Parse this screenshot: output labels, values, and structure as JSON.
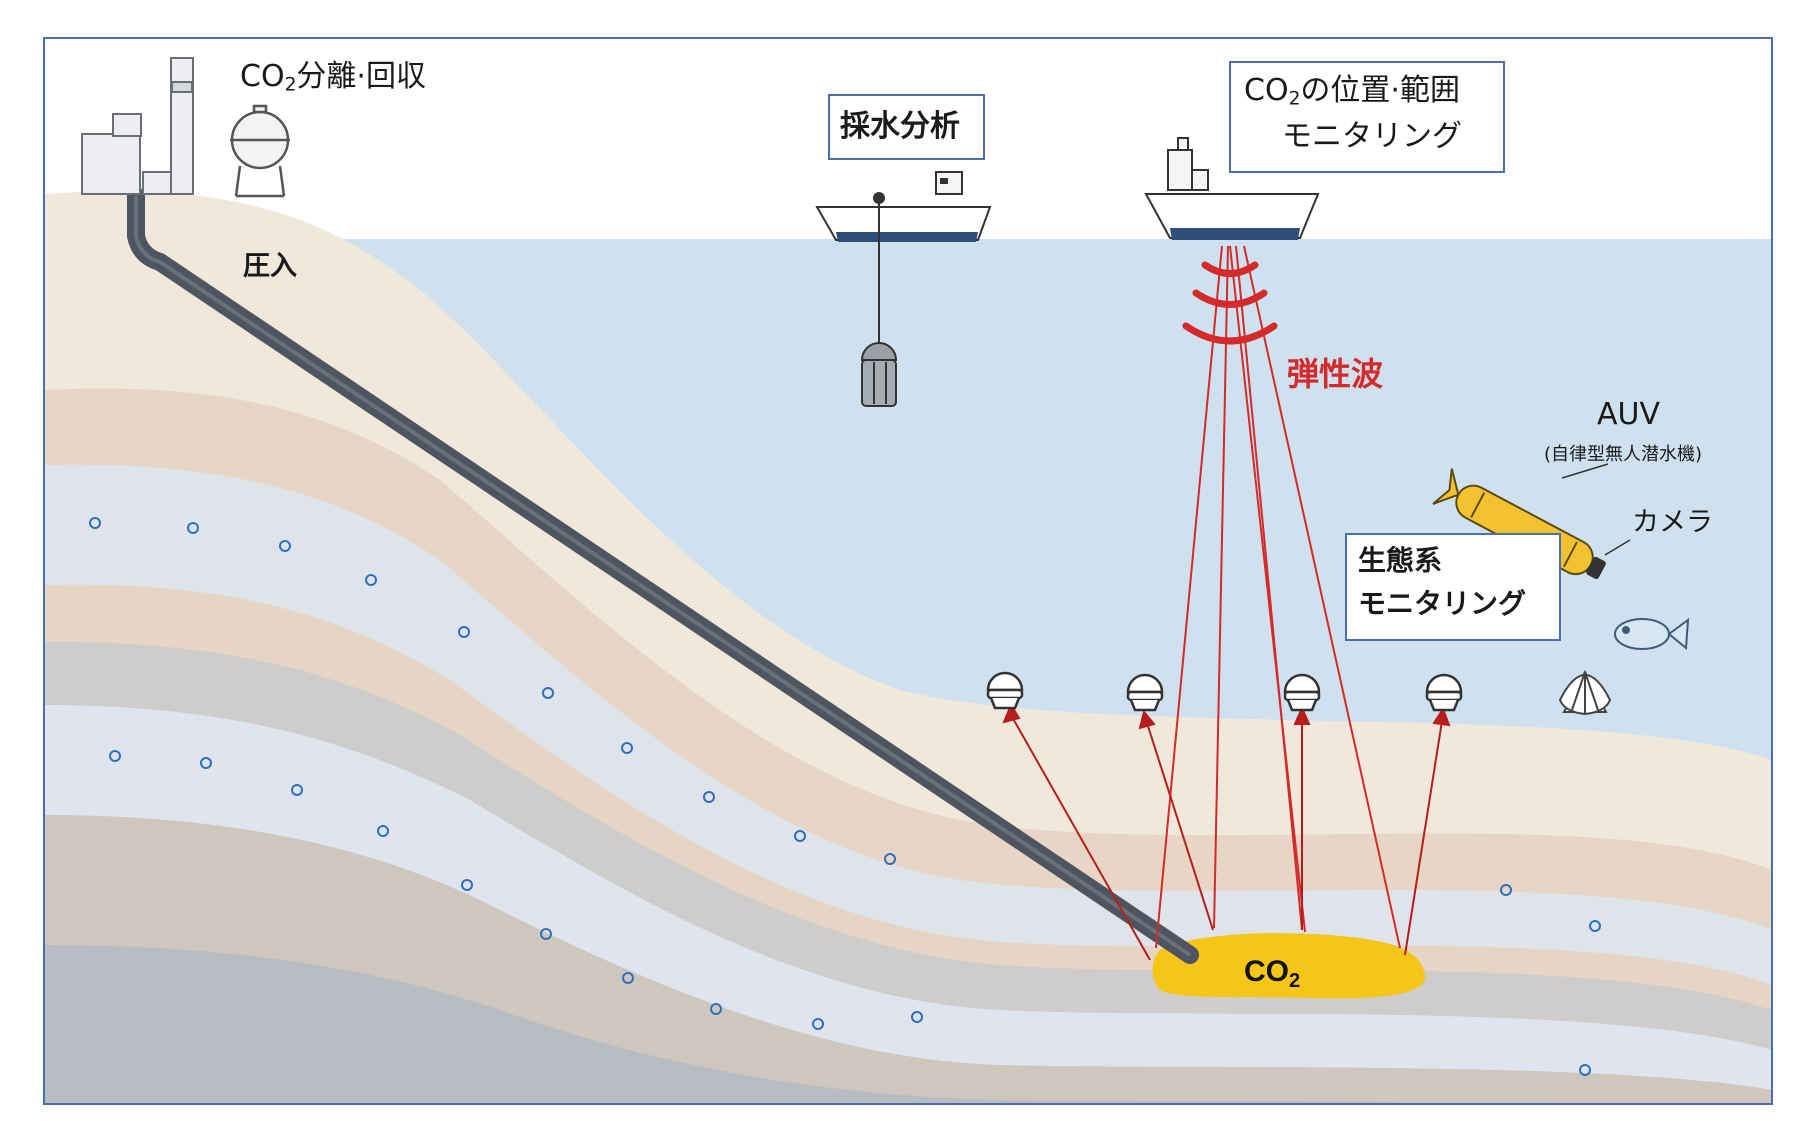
{
  "labels": {
    "capture_prefix": "CO",
    "capture_sub": "2",
    "capture_suffix": "分離·回収",
    "injection": "圧入",
    "water_sampling": "採水分析",
    "position_prefix": "CO",
    "position_sub": "2",
    "position_suffix": "の位置·範囲",
    "position_line2": "モニタリング",
    "elastic_wave": "弾性波",
    "auv": "AUV",
    "auv_sub": "(自律型無人潜水機)",
    "camera": "カメラ",
    "ecosystem_line1": "生態系",
    "ecosystem_line2": "モニタリング",
    "co2_prefix": "CO",
    "co2_sub": "2"
  },
  "colors": {
    "frame": "#4a6fb0",
    "sea": "#cfe1ef",
    "sky": "#ffffff",
    "signal_red": "#d42a2a",
    "co2_yellow": "#f5c518",
    "auv_yellow": "#f2c230",
    "pipe": "#4f5560"
  },
  "icons": [
    "factory-icon",
    "gas-tank-icon",
    "survey-ship-icon",
    "water-sampler-icon",
    "monitoring-ship-icon",
    "auv-icon",
    "fish-icon",
    "shell-icon",
    "seafloor-sensor-icon"
  ]
}
